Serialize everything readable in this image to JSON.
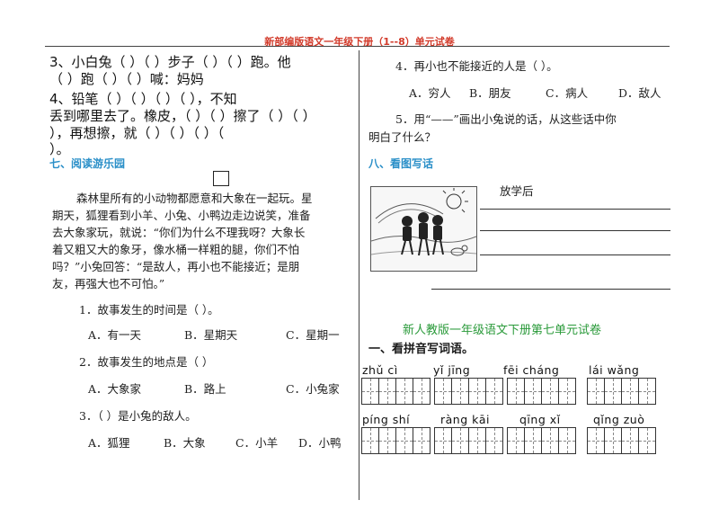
{
  "header": {
    "title": "新部编版语文一年级下册（1--8）单元试卷"
  },
  "left": {
    "q3_line1": "3、小白兔（   ）（   ）步子（   ）（   ）跑。他",
    "q3_line2": "（   ）跑（   ）（   ）喊：妈妈",
    "q4_line1": "4、铅笔（   ）（   ）（   ）（   ），不知",
    "q4_line2": "丢到哪里去了。橡皮，（   ）（   ）擦了（   ）（   ）",
    "q4_line3": "），再想擦，就（   ）（   ）（   ）（",
    "q4_line4": "）。",
    "section7_title": "七、阅读游乐园",
    "passage": [
      "森林里所有的小动物都愿意和大象在一起玩。星",
      "期天，狐狸看到小羊、小兔、小鸭边走边说笑，准备",
      "去大象家玩，就说：“你们为什么不理我呀？大象长",
      "着又粗又大的象牙，像水桶一样粗的腿，你们不怕",
      "吗？”小兔回答：“是敌人，再小也不能接近；是朋",
      "友，再强大也不可怕。”"
    ],
    "q1": "1．故事发生的时间是（     ）。",
    "q1_options": [
      "A．有一天",
      "B．星期天",
      "C．星期一"
    ],
    "q2": "2．故事发生的地点是（     ）",
    "q2_options": [
      "A．大象家",
      "B．路上",
      "C．小兔家"
    ],
    "q3": "3．（     ）是小兔的敌人。",
    "q3_options": [
      "A．狐狸",
      "B．大象",
      "C．小羊",
      "D．小鸭"
    ]
  },
  "right": {
    "q4": "4．再小也不能接近的人是（     ）。",
    "q4_options": [
      "A．穷人",
      "B．朋友",
      "C．病人",
      "D．敌人"
    ],
    "q5_line1": "5．用“——”画出小兔说的话，从这些话中你",
    "q5_line2": "明白了什么？",
    "section8_title": "八、看图写话",
    "picture_caption": "放学后",
    "unit7_title": "新人教版一年级语文下册第七单元试卷",
    "section1_title": "一、看拼音写词语。",
    "pinyin_row1": [
      "zhǔ cì",
      "yǐ jīng",
      "fēi cháng",
      "lái wǎng"
    ],
    "pinyin_row2": [
      "píng shí",
      "ràng kāi",
      "qīng xǐ",
      "qǐng zuò"
    ]
  },
  "colors": {
    "header": "#d23a2a",
    "section_blue": "#2a8fc8",
    "title_green": "#2a9a3a"
  }
}
